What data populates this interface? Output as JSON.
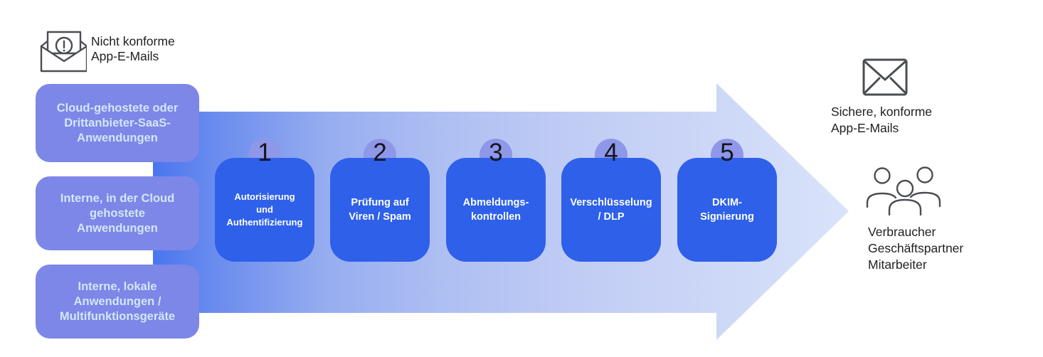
{
  "input": {
    "icon": "warning-open-envelope",
    "label": "Nicht konforme\nApp-E-Mails"
  },
  "sources": [
    {
      "label": "Cloud-gehostete oder\nDrittanbieter-SaaS-\nAnwendungen"
    },
    {
      "label": "Interne, in der Cloud\ngehostete\nAnwendungen"
    },
    {
      "label": "Interne, lokale\nAnwendungen /\nMultifunktionsgeräte"
    }
  ],
  "steps": [
    {
      "number": "1",
      "label": "Autorisierung\nund\nAuthentifizierung"
    },
    {
      "number": "2",
      "label": "Prüfung auf\nViren / Spam"
    },
    {
      "number": "3",
      "label": "Abmeldungs-\nkontrollen"
    },
    {
      "number": "4",
      "label": "Verschlüsselung\n/ DLP"
    },
    {
      "number": "5",
      "label": "DKIM-\nSignierung"
    }
  ],
  "output": {
    "email": {
      "icon": "closed-envelope",
      "label": "Sichere, konforme\nApp-E-Mails"
    },
    "recipients": {
      "icon": "people-group",
      "label": "Verbraucher\nGeschäftspartner\nMitarbeiter"
    }
  },
  "colors": {
    "source_box": "#7d87e8",
    "source_box_text": "#d3e6f6",
    "step_box": "#2e60ea",
    "step_box_text": "#ffffff",
    "step_circle": "#8e97e8",
    "step_number": "#15151a",
    "arrow_start": "#4a75ee",
    "arrow_end": "#d9e3fa",
    "label_text": "#1f1f1f",
    "icon_stroke": "#4a4d52"
  }
}
